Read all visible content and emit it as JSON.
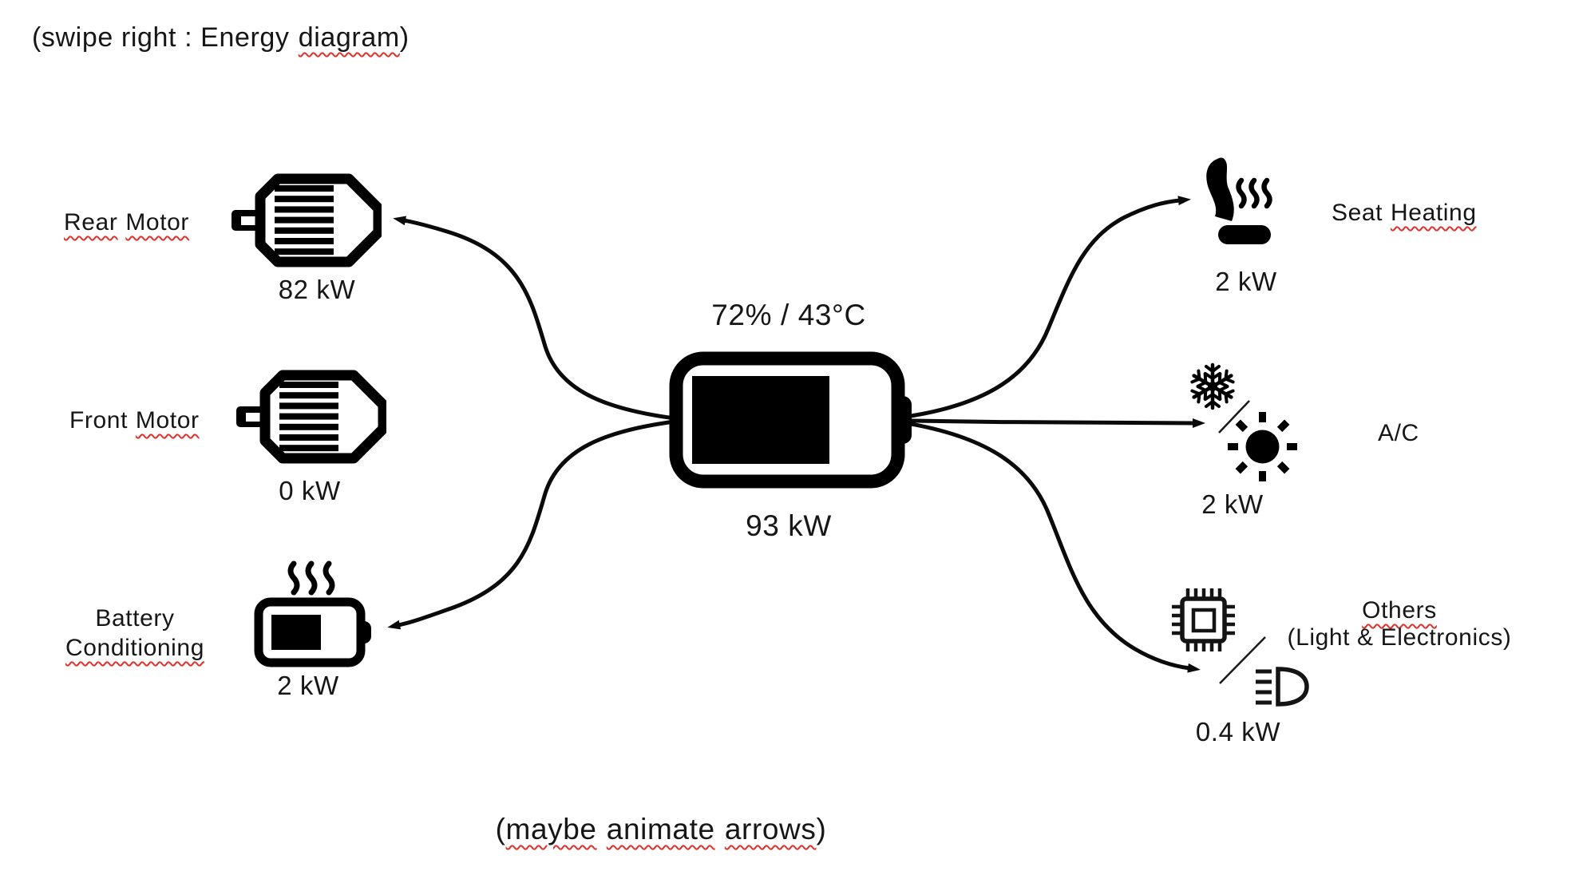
{
  "colors": {
    "ink": "#161616",
    "squiggle": "#e0312b",
    "background": "#ffffff"
  },
  "title": {
    "open": "(swipe right : Energy",
    "wavy": "diagram",
    "close": ")"
  },
  "center": {
    "battery_status": "72% / 43°C",
    "battery_power": "93 kW",
    "battery_charge_percent": 72
  },
  "left": {
    "rear_motor": {
      "label_w1": "Rear",
      "label_w2": "Motor",
      "value": "82 kW"
    },
    "front_motor": {
      "label": "Front",
      "label_wavy": "Motor",
      "value": "0 kW"
    },
    "battery_conditioning": {
      "line1": "Battery",
      "line2_wavy": "Conditioning",
      "value": "2 kW"
    }
  },
  "right": {
    "seat_heating": {
      "label": "Seat",
      "label_wavy": "Heating",
      "value": "2 kW"
    },
    "ac": {
      "label": "A/C",
      "value": "2 kW"
    },
    "others": {
      "label_wavy": "Others",
      "line2": "(Light & Electronics)",
      "value": "0.4 kW"
    }
  },
  "footnote": {
    "open": "(",
    "w1": "maybe",
    "w2": "animate",
    "w3": "arrows",
    "close": ")"
  }
}
